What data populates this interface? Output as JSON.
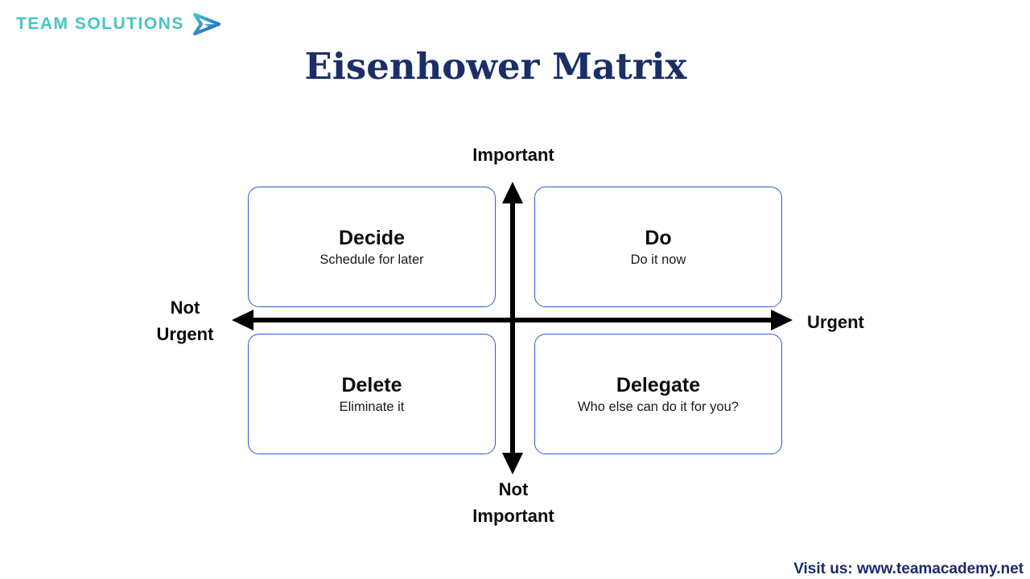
{
  "logo": {
    "text": "TEAM SOLUTIONS",
    "text_color": "#45c6c3",
    "icon": "chevron-arrow-icon",
    "icon_colors": [
      "#45c6c3",
      "#2456b8"
    ]
  },
  "title": {
    "text": "Eisenhower Matrix",
    "color": "#1b2f66"
  },
  "axes": {
    "top_label": "Important",
    "bottom_label_line1": "Not",
    "bottom_label_line2": "Important",
    "left_label_line1": "Not",
    "left_label_line2": "Urgent",
    "right_label": "Urgent",
    "axis_color": "#000000"
  },
  "quadrants": [
    {
      "position": "top-left",
      "title": "Decide",
      "subtitle": "Schedule for later"
    },
    {
      "position": "top-right",
      "title": "Do",
      "subtitle": "Do it now"
    },
    {
      "position": "bottom-left",
      "title": "Delete",
      "subtitle": "Eliminate it"
    },
    {
      "position": "bottom-right",
      "title": "Delegate",
      "subtitle": "Who else can do it for you?"
    }
  ],
  "footer": {
    "text": "Visit us: www.teamacademy.net",
    "color": "#1b2a6b"
  },
  "colors": {
    "background": "#ffffff",
    "box_border": "#2b5fc7"
  }
}
